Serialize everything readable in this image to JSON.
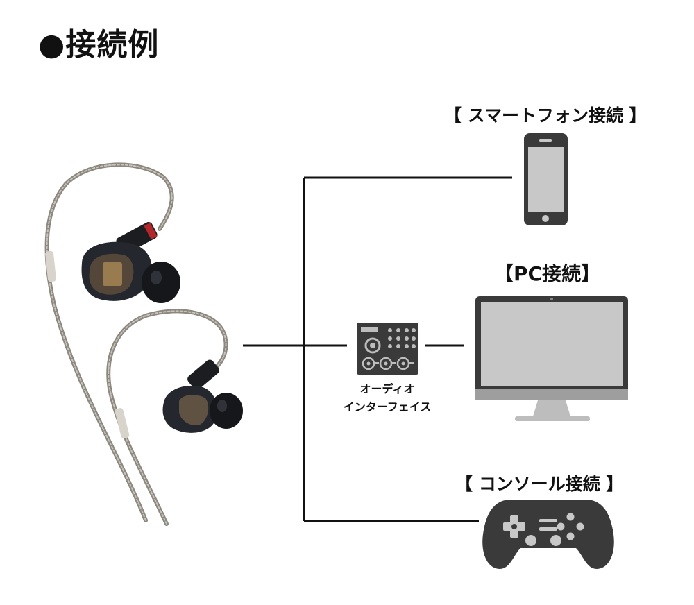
{
  "title": "●接続例",
  "devices": {
    "smartphone": {
      "label": "【 スマートフォン接続 】",
      "icon": "smartphone-icon"
    },
    "pc": {
      "label": "【PC接続】",
      "icon": "monitor-icon"
    },
    "console": {
      "label": "【 コンソール接続 】",
      "icon": "gamepad-icon"
    }
  },
  "interface": {
    "line1": "オーディオ",
    "line2": "インターフェイス",
    "icon": "audio-interface-icon"
  },
  "product": {
    "icon": "in-ear-earphones-image"
  },
  "colors": {
    "line": "#111111",
    "device": "#3a3a3a",
    "screen": "#c8c8c8",
    "earphone": "#1e2126",
    "cable": "#9a958d"
  }
}
